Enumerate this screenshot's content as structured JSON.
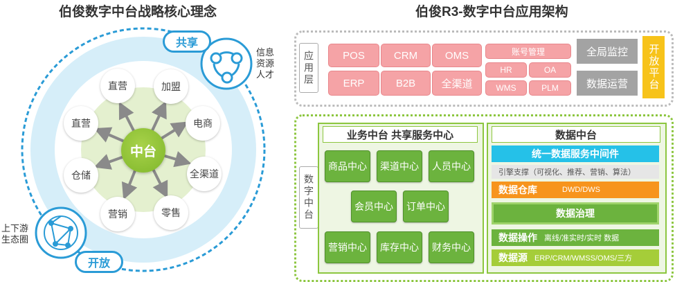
{
  "left": {
    "title": "伯俊数字中台战略核心理念",
    "hub": "中台",
    "satellites": [
      {
        "id": "zhiying1",
        "text": "直营"
      },
      {
        "id": "jiameng",
        "text": "加盟"
      },
      {
        "id": "dianshang",
        "text": "电商"
      },
      {
        "id": "quanqudao",
        "text": "全渠道"
      },
      {
        "id": "lingshou",
        "text": "零售"
      },
      {
        "id": "yingxiao",
        "text": "营销"
      },
      {
        "id": "cangchu",
        "text": "仓储"
      },
      {
        "id": "zhiying2",
        "text": "直营"
      }
    ],
    "share_label": "共享",
    "share_side_label": "信息资源人才",
    "open_label": "开放",
    "open_side_label": "上下游生态圈"
  },
  "right": {
    "title": "伯俊R3-数字中台应用架构",
    "app_layer": {
      "label": "应用层",
      "systems": [
        "POS",
        "CRM",
        "OMS",
        "ERP",
        "B2B",
        "全渠道"
      ],
      "small_systems": [
        "账号管理",
        "HR",
        "OA",
        "WMS",
        "PLM"
      ],
      "ops": [
        "全局监控",
        "数据运营"
      ],
      "open_platform": "开放平台"
    },
    "digital_middle": {
      "label": "数字中台",
      "business": {
        "title": "业务中台  共享服务中心",
        "centers": [
          "商品中心",
          "渠道中心",
          "人员中心",
          "会员中心",
          "订单中心",
          "营销中心",
          "库存中心",
          "财务中心"
        ]
      },
      "data": {
        "title": "数据中台",
        "bars": {
          "unified": "统一数据服务中间件",
          "engine": "引擎支撑（可视化、推荐、营销、算法）",
          "warehouse": "数据仓库",
          "warehouse_sub": "DWD/DWS",
          "governance": "数据治理",
          "operation": "数据操作",
          "operation_sub": "离线/准实时/实时 数据",
          "source": "数据源",
          "source_sub": "ERP/CRM/WMSS/OMS/三方"
        }
      }
    }
  },
  "colors": {
    "blue": "#2a9bd6",
    "green": "#6cb33e",
    "pink": "#f5a3a6",
    "gray": "#a3a3a3",
    "yellow": "#f7c31a",
    "cyan": "#25c1e8",
    "orange": "#f7941d"
  }
}
